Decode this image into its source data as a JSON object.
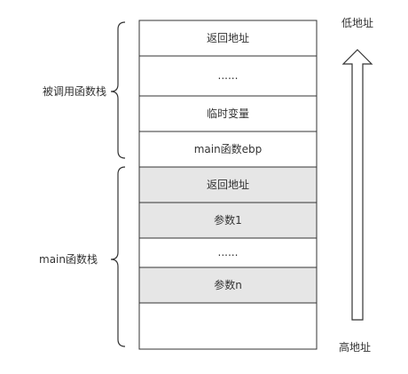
{
  "colors": {
    "border": "#333333",
    "cell_plain": "#ffffff",
    "cell_shaded": "#e6e6e6",
    "text": "#333333"
  },
  "stack": {
    "rows": [
      {
        "label": "返回地址",
        "shaded": false
      },
      {
        "label": "......",
        "shaded": false
      },
      {
        "label": "临时变量",
        "shaded": false
      },
      {
        "label": "main函数ebp",
        "shaded": false
      },
      {
        "label": "返回地址",
        "shaded": true
      },
      {
        "label": "参数1",
        "shaded": true
      },
      {
        "label": "......",
        "shaded": false
      },
      {
        "label": "参数n",
        "shaded": true
      },
      {
        "label": "",
        "shaded": false
      }
    ]
  },
  "braces": {
    "callee": {
      "label": "被调用函数栈"
    },
    "main": {
      "label": "main函数栈"
    }
  },
  "address": {
    "low": "低地址",
    "high": "高地址",
    "arrow_icon": "up-arrow-icon"
  }
}
